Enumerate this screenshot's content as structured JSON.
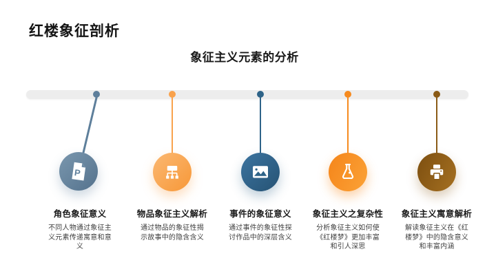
{
  "slide": {
    "title": "红楼象征剖析",
    "subtitle": "象征主义元素的分析"
  },
  "timeline": {
    "bar_color": "#ededed",
    "items": [
      {
        "title": "角色象征意义",
        "description": "不同人物通过象征主义元素传递寓意和意义",
        "icon": "powerpoint-file-icon",
        "color": "#5E7F9B"
      },
      {
        "title": "物品象征主义解析",
        "description": "通过物品的象征性揭示故事中的隐含含义",
        "icon": "sitemap-icon",
        "color": "#F9A24C"
      },
      {
        "title": "事件的象征意义",
        "description": "通过事件的象征性探讨作品中的深层含义",
        "icon": "image-icon",
        "color": "#2E6388"
      },
      {
        "title": "象征主义之复杂性",
        "description": "分析象征主义如何使《红楼梦》更加丰富和引人深思",
        "icon": "flask-icon",
        "color": "#F68A1E"
      },
      {
        "title": "象征主义寓意解析",
        "description": "解读象征主义在《红楼梦》中的隐含意义和丰富内涵",
        "icon": "printer-icon",
        "color": "#8A5A15"
      }
    ]
  }
}
